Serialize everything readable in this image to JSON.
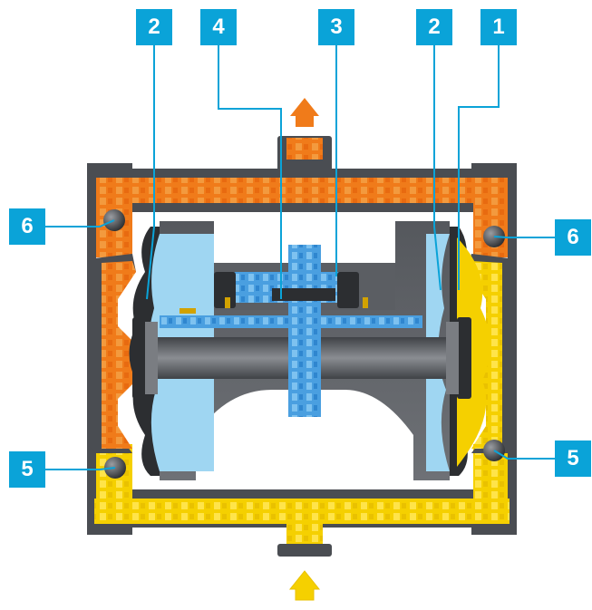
{
  "colors": {
    "callout": "#0aa3d8",
    "housing": "#4a4d52",
    "housing_light": "#6b6e73",
    "discharge_fluid": "#f07b1a",
    "suction_fluid": "#f5d000",
    "air_chamber": "#9fd6f2",
    "air_valve": "#4a9fe0",
    "leader_line": "#0aa3d8"
  },
  "icons": {
    "outlet_arrow": "up-arrow-orange-icon",
    "inlet_arrow": "up-arrow-yellow-icon"
  },
  "callouts": [
    {
      "id": "c2a",
      "number": "2"
    },
    {
      "id": "c4",
      "number": "4"
    },
    {
      "id": "c3",
      "number": "3"
    },
    {
      "id": "c2b",
      "number": "2"
    },
    {
      "id": "c1",
      "number": "1"
    },
    {
      "id": "c6a",
      "number": "6"
    },
    {
      "id": "c6b",
      "number": "6"
    },
    {
      "id": "c5a",
      "number": "5"
    },
    {
      "id": "c5b",
      "number": "5"
    }
  ]
}
